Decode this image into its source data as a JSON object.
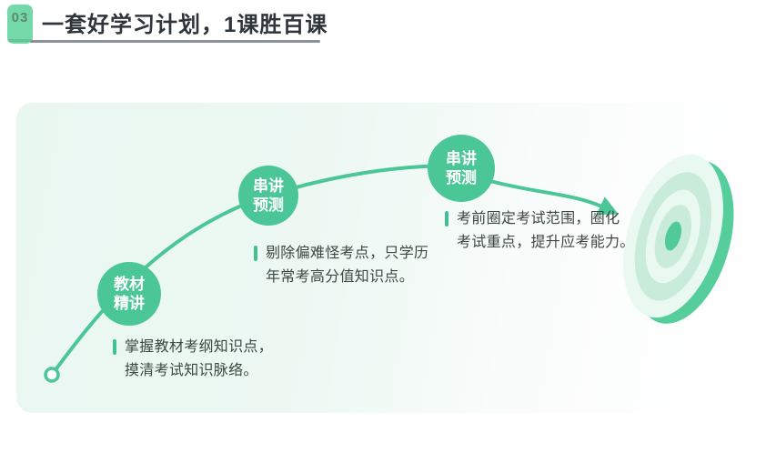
{
  "header": {
    "section_number": "03",
    "title": "一套好学习计划，1课胜百课"
  },
  "diagram": {
    "steps": [
      {
        "label": "教材\n精讲",
        "description": "掌握教材考纲知识点，\n摸清考试知识脉络。"
      },
      {
        "label": "串讲\n预测",
        "description": "剔除偏难怪考点，只学历\n年常考高分值知识点。"
      },
      {
        "label": "串讲\n预测",
        "description": "考前圈定考试范围，圈化\n考试重点，提升应考能力。"
      }
    ]
  },
  "colors": {
    "primary_green": "#4AC697",
    "badge_green": "#73D9A9",
    "card_bg_start": "#E9F7F1",
    "card_bg_end": "#FFFFFF",
    "ring_pale": "#EAF8F2",
    "ring_medium": "#C8EBDA",
    "disc_side": "#55CE9B",
    "bullseye_center": "#50CB97",
    "title_text": "#2F353A",
    "body_text": "#3D4742",
    "underline_gray": "#8D9399"
  }
}
